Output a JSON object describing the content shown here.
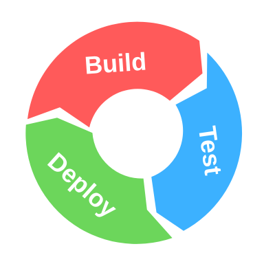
{
  "diagram": {
    "type": "cycle",
    "stages": [
      {
        "id": "build",
        "label": "Build",
        "color": "#ff5a5a"
      },
      {
        "id": "test",
        "label": "Test",
        "color": "#3cb1ff"
      },
      {
        "id": "deploy",
        "label": "Deploy",
        "color": "#6cd65b"
      }
    ]
  }
}
